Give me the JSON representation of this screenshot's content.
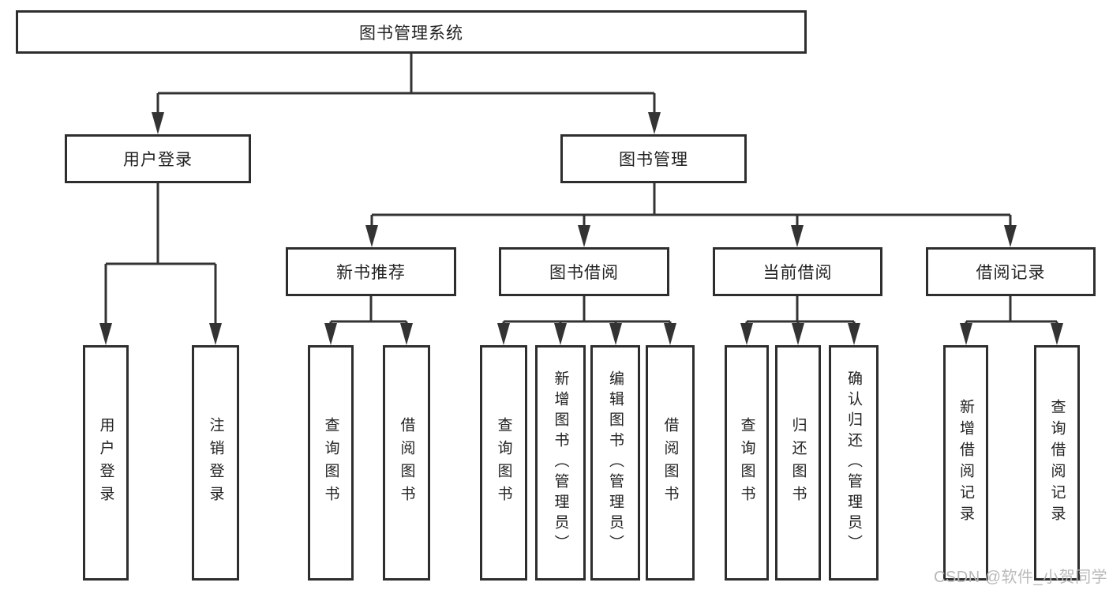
{
  "diagram": {
    "nodes": {
      "root": "图书管理系统",
      "user_login": "用户登录",
      "book_mgmt": "图书管理",
      "new_book_rec": "新书推荐",
      "book_borrow": "图书借阅",
      "current_borrow": "当前借阅",
      "borrow_record": "借阅记录"
    },
    "leaves": {
      "user_login": [
        "用户登录",
        "注销登录"
      ],
      "new_book_rec": [
        "查询图书",
        "借阅图书"
      ],
      "book_borrow": [
        "查询图书",
        "新增图书（管理员）",
        "编辑图书（管理员）",
        "借阅图书"
      ],
      "current_borrow": [
        "查询图书",
        "归还图书",
        "确认归还（管理员）"
      ],
      "borrow_record": [
        "新增借阅记录",
        "查询借阅记录"
      ]
    }
  },
  "watermark": "CSDN @软件_小贺同学",
  "colors": {
    "line": "#333333",
    "box_border": "#2e2e2e",
    "text": "#222222",
    "watermark": "#b9b9b9",
    "background": "#ffffff"
  }
}
